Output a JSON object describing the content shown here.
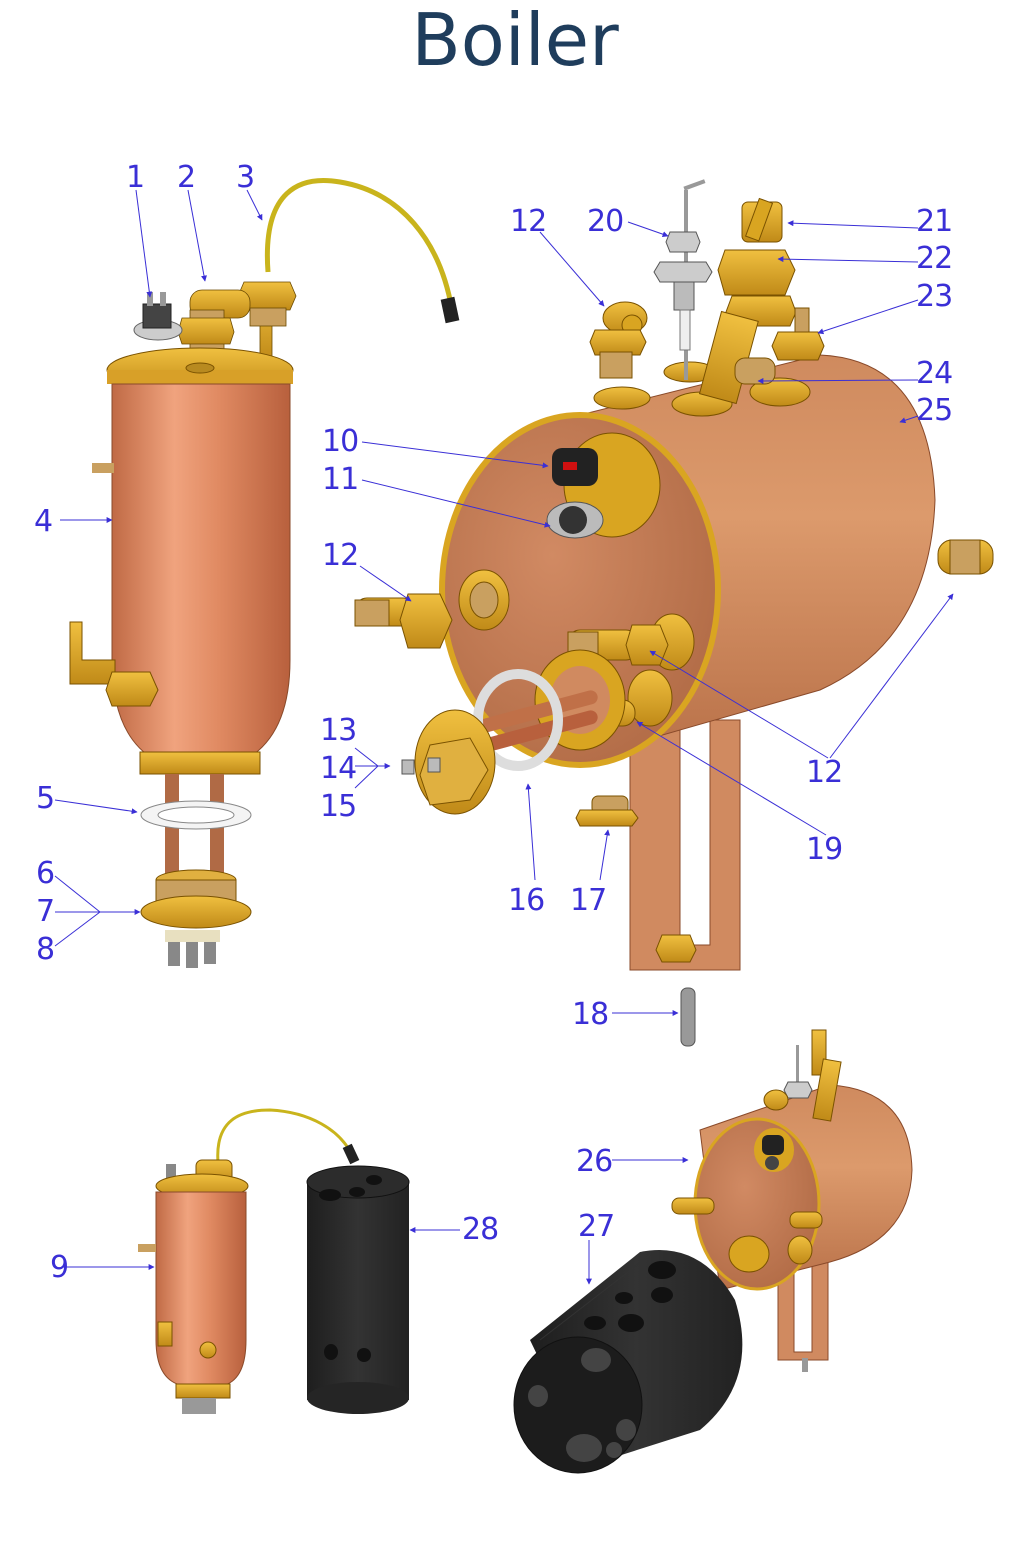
{
  "title": "Boiler",
  "colors": {
    "title": "#1f3d5c",
    "callout": "#3a2fd6",
    "copper": "#d48a5c",
    "brass": "#d9a521",
    "insulation": "#2a2a2a",
    "gasket": "#eeeeee"
  },
  "callouts": [
    {
      "id": "c1",
      "label": "1",
      "part": "safety thermostat (small boiler)"
    },
    {
      "id": "c2",
      "label": "2",
      "part": "elbow fitting"
    },
    {
      "id": "c3",
      "label": "3",
      "part": "level probe cable"
    },
    {
      "id": "c4",
      "label": "4",
      "part": "vertical boiler body"
    },
    {
      "id": "c5",
      "label": "5",
      "part": "flange gasket"
    },
    {
      "id": "c6",
      "label": "6",
      "part": "heating element"
    },
    {
      "id": "c7",
      "label": "7",
      "part": "heating element"
    },
    {
      "id": "c8",
      "label": "8",
      "part": "heating element"
    },
    {
      "id": "c9",
      "label": "9",
      "part": "vertical boiler assembly"
    },
    {
      "id": "c10",
      "label": "10",
      "part": "thermostat"
    },
    {
      "id": "c11",
      "label": "11",
      "part": "safety thermostat"
    },
    {
      "id": "c12a",
      "label": "12",
      "part": "elbow fitting (top)"
    },
    {
      "id": "c12b",
      "label": "12",
      "part": "elbow fitting (left)"
    },
    {
      "id": "c12c",
      "label": "12",
      "part": "elbow fittings (right)"
    },
    {
      "id": "c13",
      "label": "13",
      "part": "heating element"
    },
    {
      "id": "c14",
      "label": "14",
      "part": "heating element"
    },
    {
      "id": "c15",
      "label": "15",
      "part": "heating element"
    },
    {
      "id": "c16",
      "label": "16",
      "part": "element gasket"
    },
    {
      "id": "c17",
      "label": "17",
      "part": "plug"
    },
    {
      "id": "c18",
      "label": "18",
      "part": "threaded stud"
    },
    {
      "id": "c19",
      "label": "19",
      "part": "straight fitting"
    },
    {
      "id": "c20",
      "label": "20",
      "part": "level probe"
    },
    {
      "id": "c21",
      "label": "21",
      "part": "safety valve"
    },
    {
      "id": "c22",
      "label": "22",
      "part": "vacuum valve"
    },
    {
      "id": "c23",
      "label": "23",
      "part": "fitting"
    },
    {
      "id": "c24",
      "label": "24",
      "part": "tee fitting"
    },
    {
      "id": "c25",
      "label": "25",
      "part": "horizontal boiler body"
    },
    {
      "id": "c26",
      "label": "26",
      "part": "horizontal boiler assembly"
    },
    {
      "id": "c27",
      "label": "27",
      "part": "horizontal boiler insulation"
    },
    {
      "id": "c28",
      "label": "28",
      "part": "vertical boiler insulation"
    }
  ],
  "labels": {
    "c1": "1",
    "c2": "2",
    "c3": "3",
    "c4": "4",
    "c5": "5",
    "c6": "6",
    "c7": "7",
    "c8": "8",
    "c9": "9",
    "c10": "10",
    "c11": "11",
    "c12a": "12",
    "c12b": "12",
    "c12c": "12",
    "c13": "13",
    "c14": "14",
    "c15": "15",
    "c16": "16",
    "c17": "17",
    "c18": "18",
    "c19": "19",
    "c20": "20",
    "c21": "21",
    "c22": "22",
    "c23": "23",
    "c24": "24",
    "c25": "25",
    "c26": "26",
    "c27": "27",
    "c28": "28"
  }
}
